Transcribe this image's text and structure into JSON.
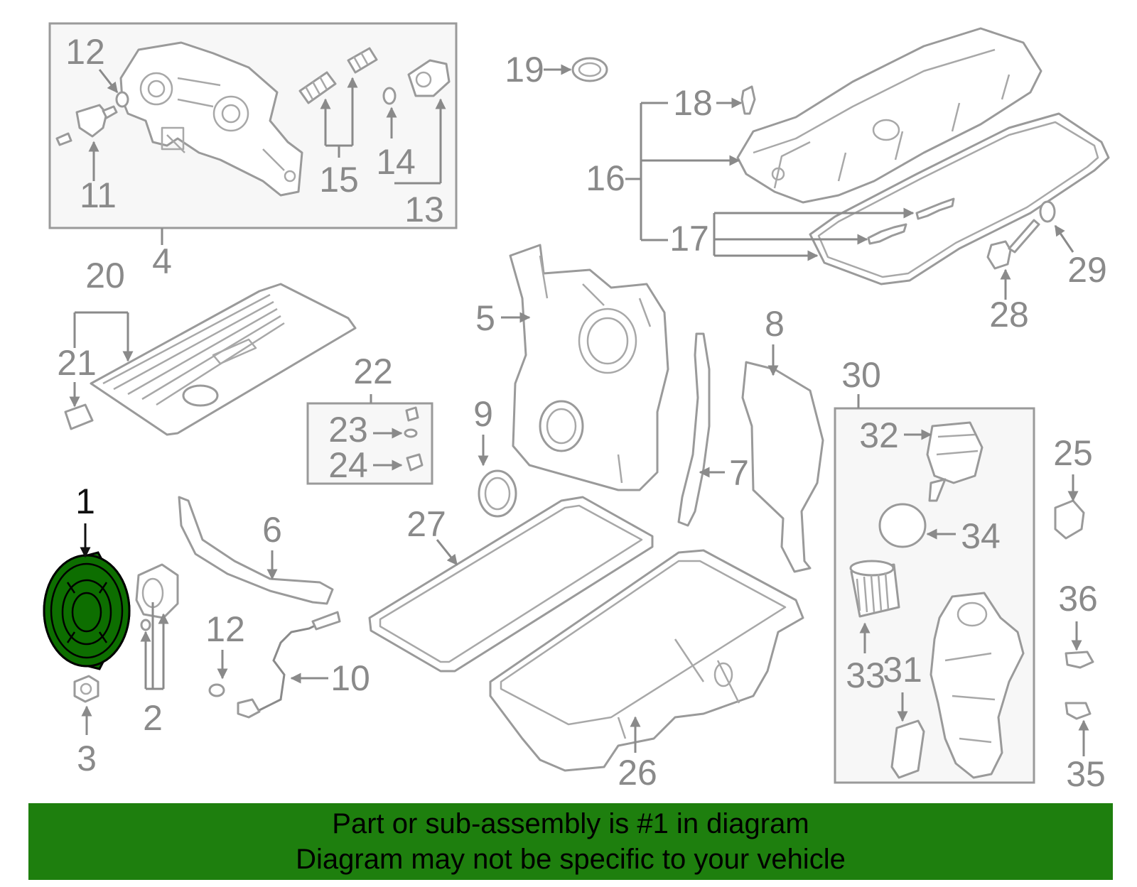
{
  "diagram": {
    "callouts": [
      "1",
      "2",
      "3",
      "4",
      "5",
      "6",
      "7",
      "8",
      "9",
      "10",
      "11",
      "12",
      "12",
      "13",
      "14",
      "15",
      "16",
      "17",
      "18",
      "19",
      "20",
      "21",
      "22",
      "23",
      "24",
      "25",
      "26",
      "27",
      "28",
      "29",
      "30",
      "31",
      "32",
      "33",
      "34",
      "35",
      "36"
    ],
    "highlighted_part": "1",
    "highlight_color": "#0d6e00"
  },
  "banner": {
    "line1": "Part or sub-assembly is #1 in diagram",
    "line2": "Diagram may not be specific to your vehicle",
    "background": "#1e7f0e"
  }
}
